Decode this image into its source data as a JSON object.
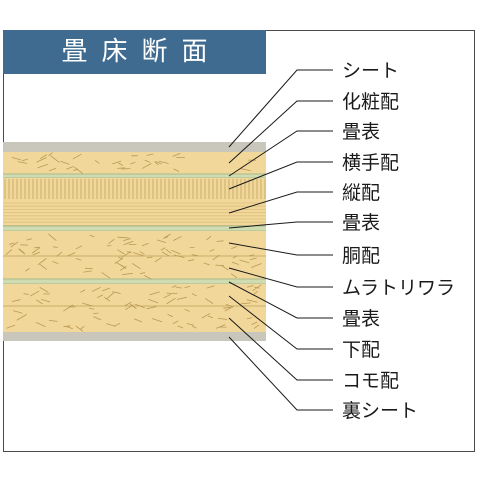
{
  "title": "畳床断面",
  "labels": [
    "シート",
    "化粧配",
    "畳表",
    "横手配",
    "縦配",
    "畳表",
    "胴配",
    "ムラトリワラ",
    "畳表",
    "下配",
    "コモ配",
    "裏シート"
  ],
  "colors": {
    "title_bg": "#3f6b91",
    "straw": "#f2d79a",
    "straw_dark": "#e8c67c",
    "sheet": "#c9c6bb",
    "mat_surface": "#cfdcb2",
    "fiber": "#b99a55",
    "leader": "#1a1a1a"
  }
}
